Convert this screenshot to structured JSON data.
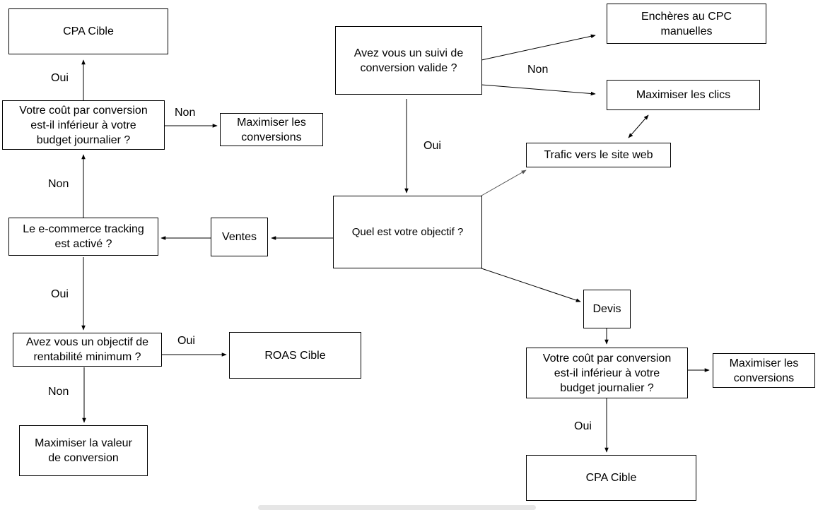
{
  "nodes": {
    "cpa_cible_top": "CPA Cible",
    "cout_conversion_left": "Votre coût par conversion\nest-il inférieur à votre\nbudget journalier ?",
    "max_conversions_left": "Maximiser les\nconversions",
    "ecommerce_tracking": "Le e-commerce tracking\nest activé ?",
    "objectif_rentabilite": "Avez vous un objectif de\nrentabilité minimum ?",
    "roas_cible": "ROAS Cible",
    "max_valeur_conversion": "Maximiser la valeur\nde conversion",
    "ventes": "Ventes",
    "suivi_conversion": "Avez vous un suivi de\nconversion valide ?",
    "quel_objectif": "Quel est votre objectif ?",
    "encheres_cpc": "Enchères au CPC\nmanuelles",
    "maximiser_clics": "Maximiser les clics",
    "trafic_site": "Trafic vers le site web",
    "devis": "Devis",
    "cout_conversion_right": "Votre coût par conversion\nest-il inférieur à votre\nbudget journalier ?",
    "max_conversions_right": "Maximiser les\nconversions",
    "cpa_cible_bottom": "CPA Cible"
  },
  "labels": {
    "oui_top_left": "Oui",
    "non_left_horizontal": "Non",
    "non_left_vertical": "Non",
    "oui_ecommerce": "Oui",
    "oui_roas": "Oui",
    "non_valeur": "Non",
    "non_suivi": "Non",
    "oui_suivi": "Oui",
    "oui_bottom_right": "Oui"
  },
  "colors": {
    "line": "#000000",
    "line_light": "#555555"
  }
}
